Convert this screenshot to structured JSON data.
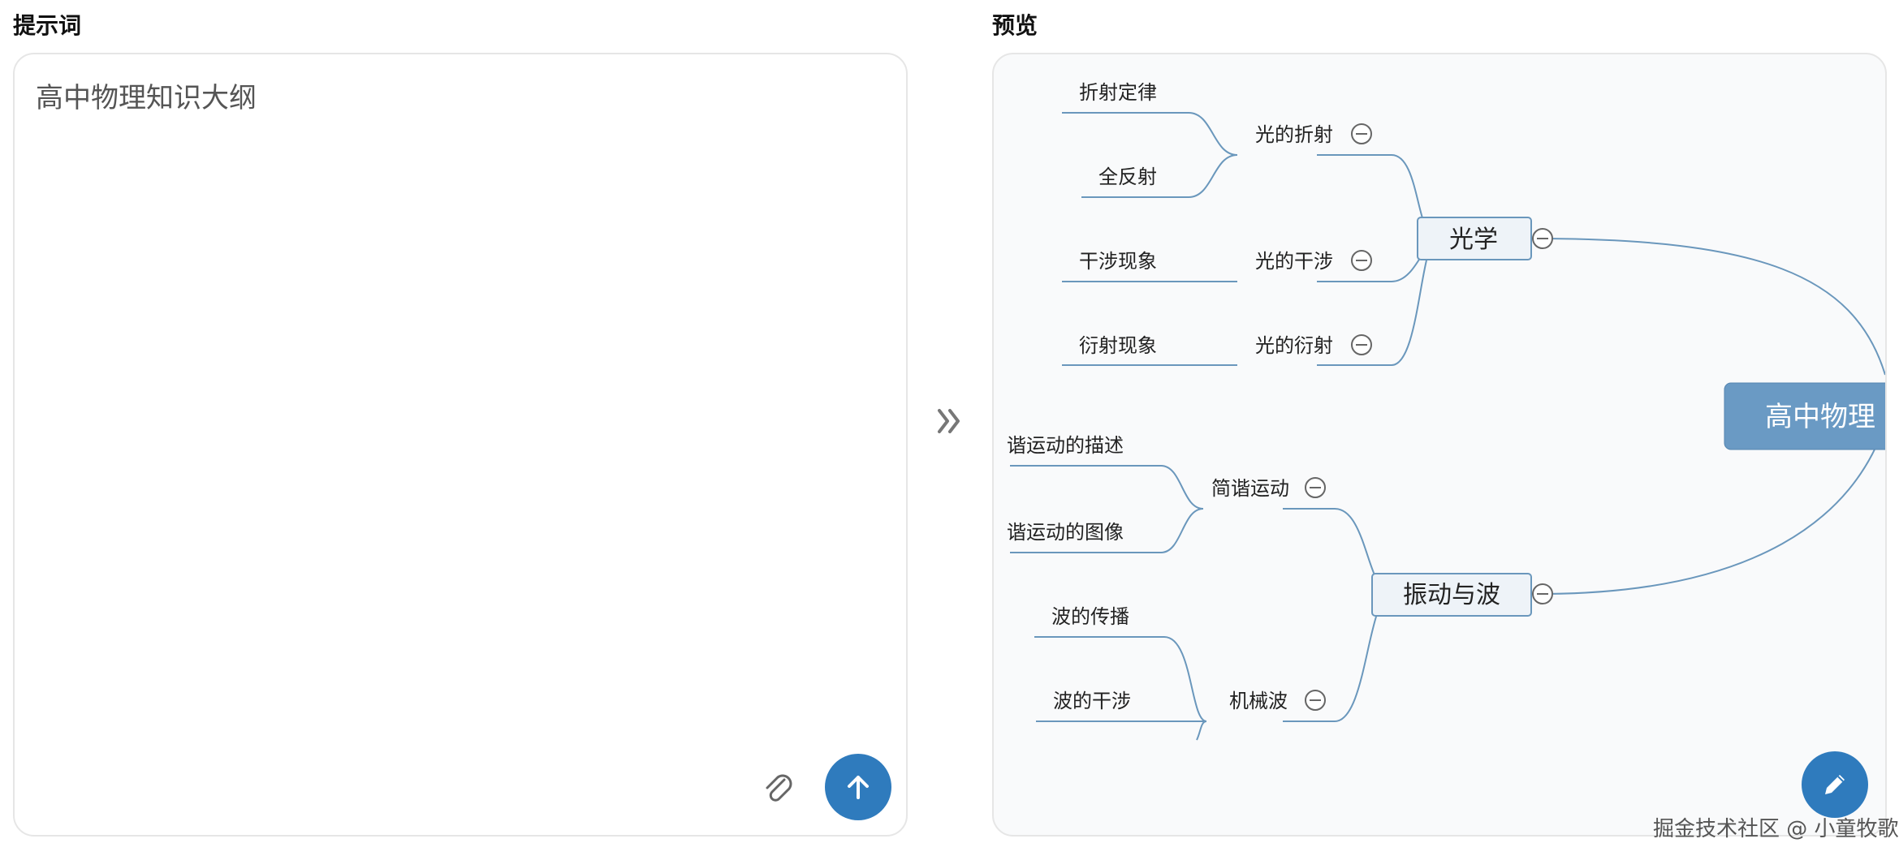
{
  "prompt": {
    "title": "提示词",
    "text": "高中物理知识大纲"
  },
  "preview": {
    "title": "预览"
  },
  "icons": {
    "attach": "paperclip-icon",
    "send": "arrow-up-icon",
    "expand": "double-chevron-right-icon",
    "edit": "pencil-icon",
    "collapse": "minus-circle-icon"
  },
  "colors": {
    "accent": "#2f7bbd",
    "mindmap_line": "#6a97bc",
    "root_fill": "#6a9ac4",
    "branch_fill": "#eef3f8"
  },
  "mindmap": {
    "root": "高中物理",
    "branches": {
      "optics": {
        "label": "光学",
        "refraction": {
          "label": "光的折射",
          "children": [
            "折射定律",
            "全反射"
          ]
        },
        "interference": {
          "label": "光的干涉",
          "children": [
            "干涉现象"
          ]
        },
        "diffraction": {
          "label": "光的衍射",
          "children": [
            "衍射现象"
          ]
        }
      },
      "waves": {
        "label": "振动与波",
        "shm": {
          "label": "简谐运动",
          "children": [
            "谐运动的描述",
            "谐运动的图像"
          ]
        },
        "mechanical": {
          "label": "机械波",
          "children": [
            "波的传播",
            "波的干涉"
          ]
        }
      }
    }
  },
  "watermark": "掘金技术社区 @ 小童牧歌"
}
